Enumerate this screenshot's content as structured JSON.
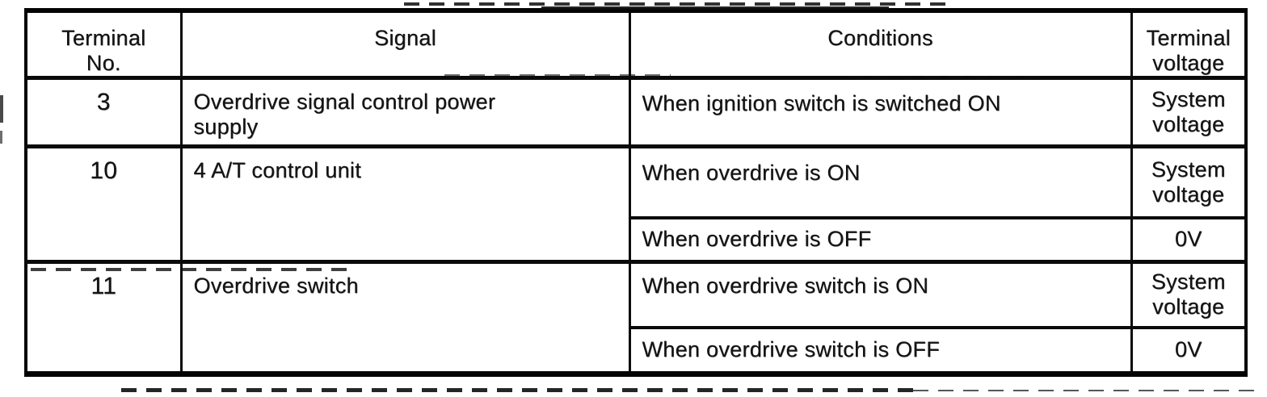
{
  "colors": {
    "ink": "#0d0d0d",
    "paper": "#ffffff"
  },
  "table": {
    "headers": [
      "Terminal\nNo.",
      "Signal",
      "Conditions",
      "Terminal\nvoltage"
    ],
    "rows": [
      {
        "terminal": "3",
        "signal": "Overdrive signal control power\nsupply",
        "conditions": [
          {
            "condition": "When ignition switch is switched ON",
            "voltage": "System\nvoltage"
          }
        ]
      },
      {
        "terminal": "10",
        "signal": "4 A/T control unit",
        "conditions": [
          {
            "condition": "When overdrive is ON",
            "voltage": "System\nvoltage"
          },
          {
            "condition": "When overdrive is OFF",
            "voltage": "0V"
          }
        ]
      },
      {
        "terminal": "11",
        "signal": "Overdrive switch",
        "conditions": [
          {
            "condition": "When overdrive switch is ON",
            "voltage": "System\nvoltage"
          },
          {
            "condition": "When overdrive switch is OFF",
            "voltage": "0V"
          }
        ]
      }
    ]
  }
}
